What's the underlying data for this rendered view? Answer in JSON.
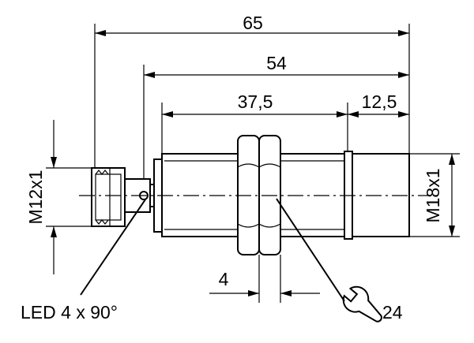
{
  "dimensions": {
    "overall_length": "65",
    "body_length": "54",
    "thread_length": "37,5",
    "cap_length": "12,5",
    "nut_width": "4",
    "connector_thread": "M12x1",
    "body_thread": "M18x1"
  },
  "annotations": {
    "led": "LED 4 x 90°",
    "wrench_size": "24"
  },
  "icons": {
    "wrench": "wrench-icon"
  },
  "colors": {
    "line": "#000000",
    "background": "#ffffff"
  }
}
